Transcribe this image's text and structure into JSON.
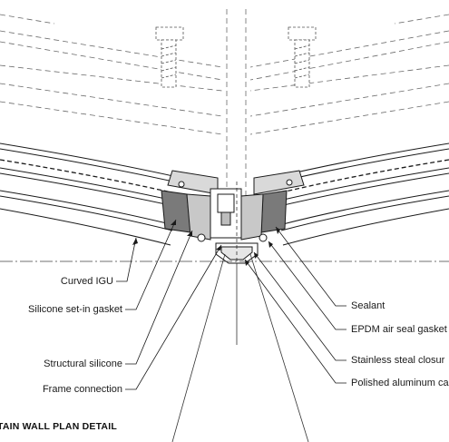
{
  "title": "TAIN WALL PLAN DETAIL",
  "callouts_left": [
    "Curved IGU",
    "Silicone set-in gasket",
    "Structural silicone",
    "Frame connection"
  ],
  "callouts_right": [
    "Sealant",
    "EPDM air seal gasket",
    "Stainless steal closur",
    "Polished aluminum ca"
  ],
  "colors": {
    "line": "#1a1a1a",
    "dashed": "#555555",
    "fill_dark": "#7a7a7a",
    "fill_gray": "#c8c8c8"
  }
}
